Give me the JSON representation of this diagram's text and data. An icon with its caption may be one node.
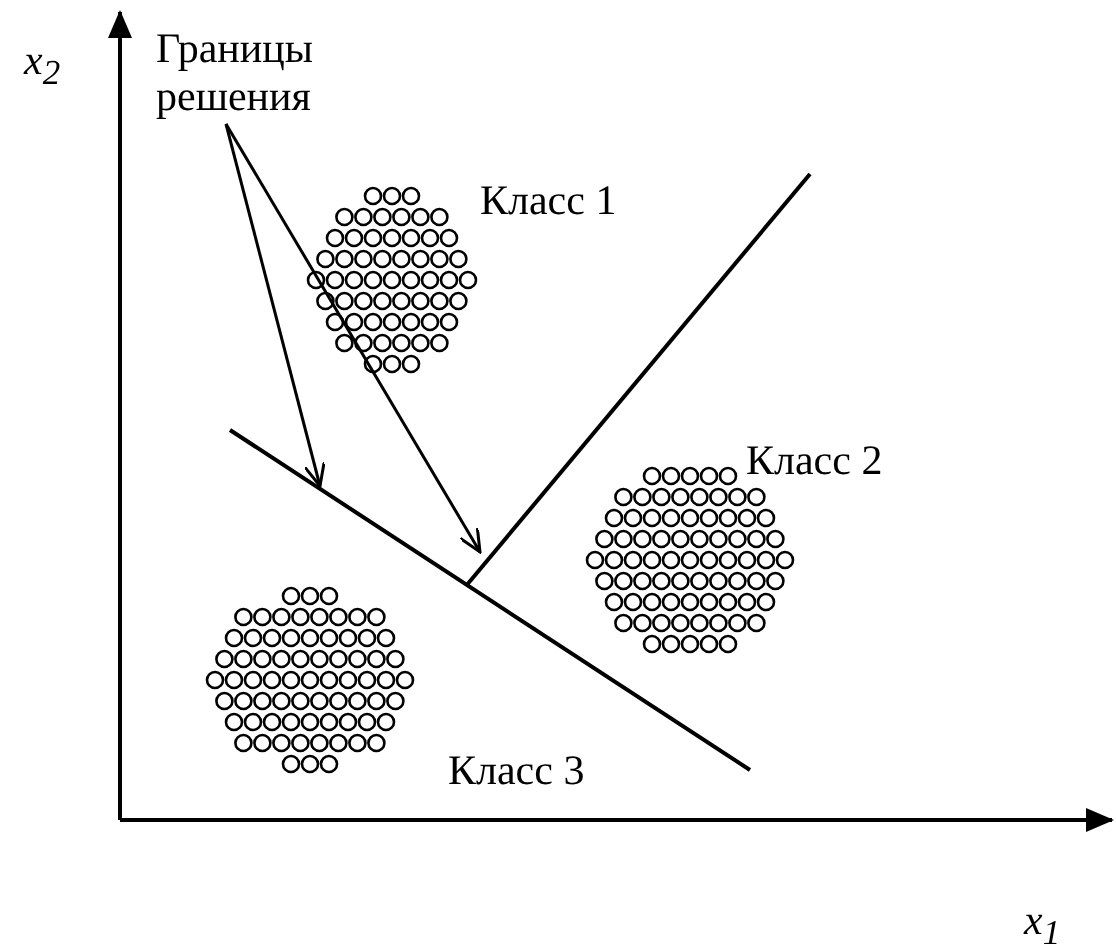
{
  "diagram": {
    "nodes": [
      {
        "text": [
          "Границы решения"
        ]
      },
      {
        "text": [],
        "shape": "line"
      },
      {
        "text": [],
        "shape": "line"
      }
    ],
    "edges": [
      {
        "from": 0,
        "to": 1,
        "arrow": "to"
      },
      {
        "from": 0,
        "to": 2,
        "arrow": "to"
      }
    ],
    "labels": [
      "x$_{2}$",
      "Класс 1",
      "Класс 2",
      "Класс 3",
      "x$_{1}$"
    ]
  }
}
